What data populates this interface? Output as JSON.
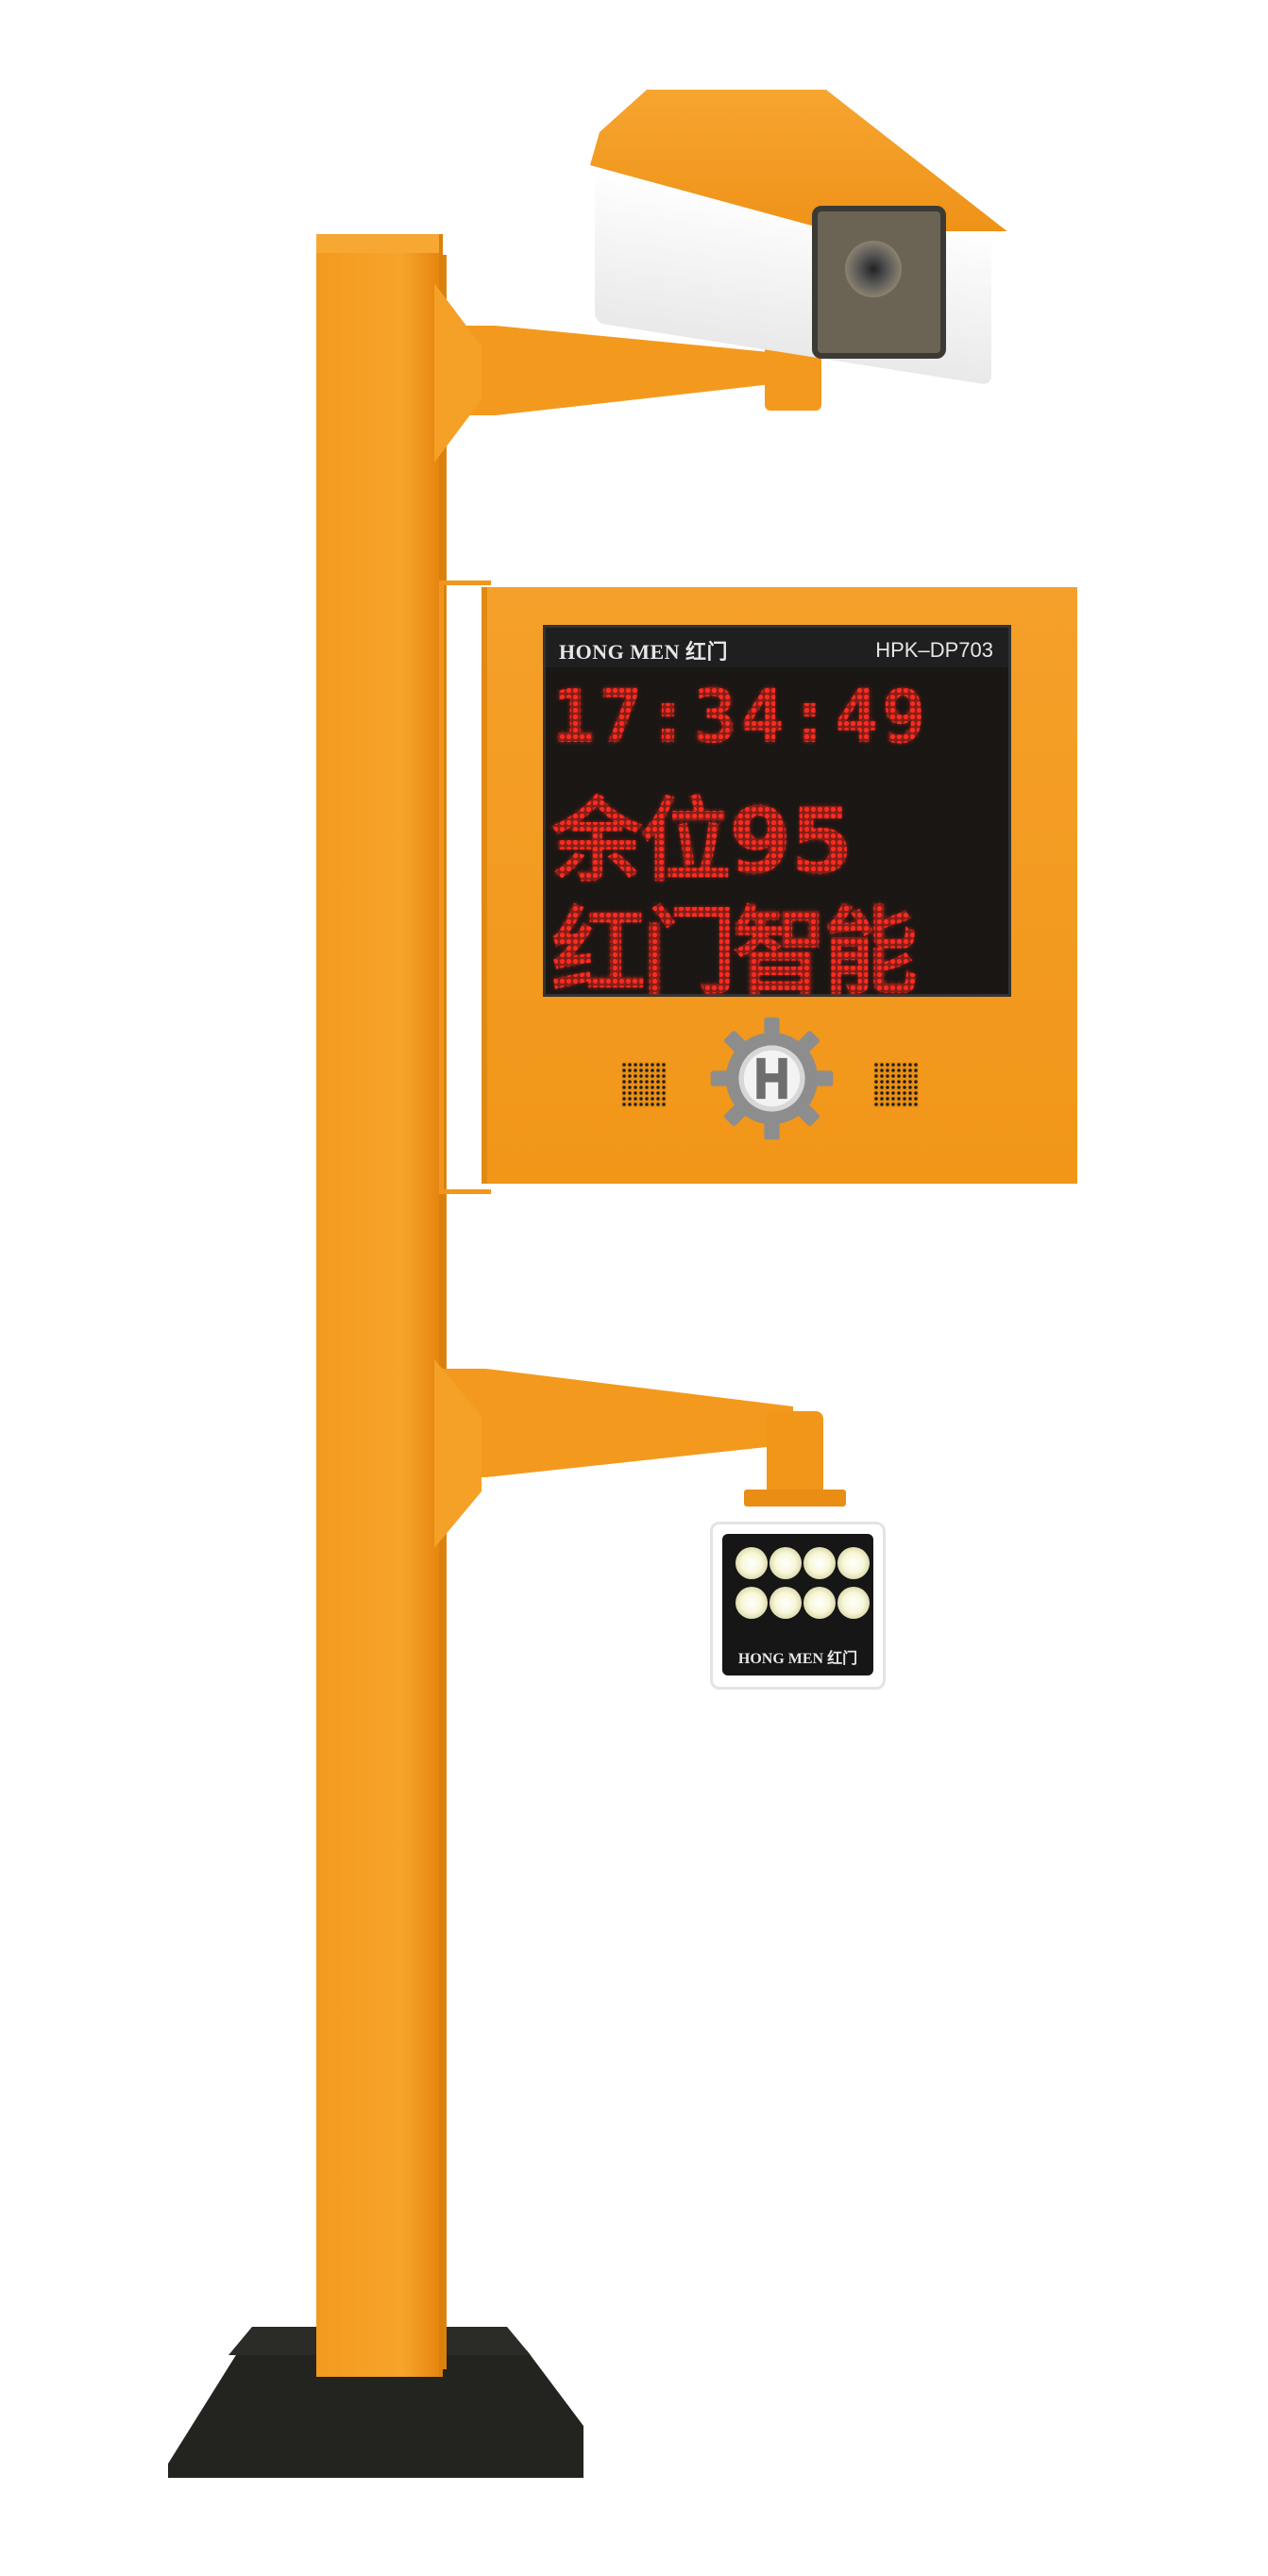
{
  "display": {
    "brand": "HONG MEN 红门",
    "model": "HPK–DP703",
    "time": "17:34:49",
    "line2": "余位95",
    "line3": "红门智能",
    "led_color": "#ff2a1f"
  },
  "light": {
    "brand": "HONG MEN 红门",
    "lamp_count": 8
  },
  "colors": {
    "pole": "#f39a1e",
    "base": "#232320",
    "screen_bg": "#1a1714"
  },
  "icons": {
    "logo": "gear-h-logo-icon",
    "speakers": "speaker-grille-icon"
  }
}
